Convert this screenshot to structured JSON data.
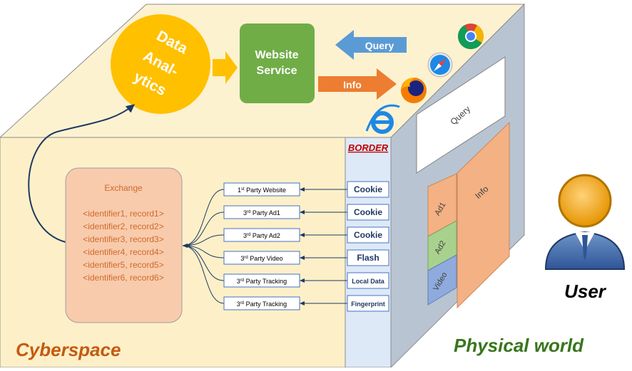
{
  "analytics": {
    "line1": "Data",
    "line2": "Anal-",
    "line3": "ytics"
  },
  "service": {
    "line1": "Website",
    "line2": "Service"
  },
  "query_arrow": "Query",
  "info_arrow": "Info",
  "border_label": "BORDER",
  "exchange": {
    "title": "Exchange",
    "records": [
      "<identifier1, record1>",
      "<identifier2, record2>",
      "<identifier3, record3>",
      "<identifier4, record4>",
      "<identifier5, record5>",
      "<identifier6, record6>"
    ]
  },
  "parties": [
    {
      "num": "1",
      "sup": "st",
      "rest": " Party Website"
    },
    {
      "num": "3",
      "sup": "rd",
      "rest": " Party Ad1"
    },
    {
      "num": "3",
      "sup": "rd",
      "rest": " Party Ad2"
    },
    {
      "num": "3",
      "sup": "rd",
      "rest": " Party Video"
    },
    {
      "num": "3",
      "sup": "rd",
      "rest": " Party Tracking"
    },
    {
      "num": "3",
      "sup": "rd",
      "rest": " Party Tracking"
    }
  ],
  "mechanisms": [
    "Cookie",
    "Cookie",
    "Cookie",
    "Flash",
    "Local Data",
    "Fingerprint"
  ],
  "panel": {
    "query": "Query",
    "info": "Info",
    "ad1": "Ad1",
    "ad2": "Ad2",
    "video": "Video"
  },
  "user_label": "User",
  "cyberspace_label": "Cyberspace",
  "physical_label": "Physical world",
  "colors": {
    "front_face": "#fdf0c8",
    "top_face": "#fdf2d0",
    "border_strip": "#dde9f7",
    "right_face": "#b9c4d2",
    "analytics": "#ffc000",
    "service": "#70ad47",
    "query_arrow": "#5b9bd5",
    "info_arrow": "#ed7d31",
    "exchange": "#f8cbad",
    "exchange_text": "#d06a28",
    "ad1": "#f4b183",
    "ad2": "#a9d18e",
    "video": "#8faadc",
    "border_text": "#c00000",
    "cyberspace_text": "#c55a11",
    "physical_text": "#38761d"
  }
}
